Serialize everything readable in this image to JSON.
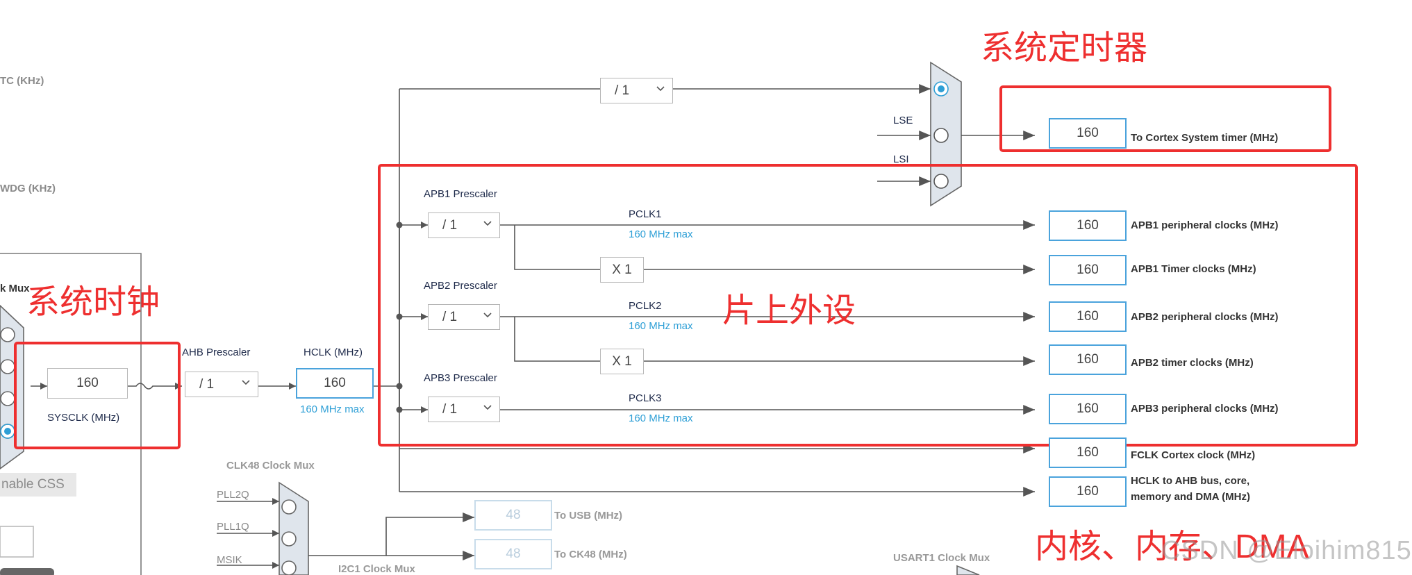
{
  "annotations": {
    "system_timer": "系统定时器",
    "system_clock": "系统时钟",
    "onchip_peripherals": "片上外设",
    "core_memory_dma": "内核、内存、DMA"
  },
  "labels": {
    "rtc_khz": "TC (KHz)",
    "iwdg_khz": "WDG (KHz)",
    "clock_mux_partial": "k Mux",
    "enable_css_partial": "nable CSS",
    "sysclk_mhz": "SYSCLK (MHz)",
    "ahb_prescaler": "AHB Prescaler",
    "hclk_mhz": "HCLK (MHz)",
    "hclk_max": "160 MHz max",
    "apb1_prescaler": "APB1 Prescaler",
    "apb2_prescaler": "APB2 Prescaler",
    "apb3_prescaler": "APB3 Prescaler",
    "pclk1": "PCLK1",
    "pclk1_max": "160 MHz max",
    "pclk2": "PCLK2",
    "pclk2_max": "160 MHz max",
    "pclk3": "PCLK3",
    "pclk3_max": "160 MHz max",
    "lse": "LSE",
    "lsi": "LSI",
    "clk48_mux": "CLK48 Clock Mux",
    "pll2q": "PLL2Q",
    "pll1q": "PLL1Q",
    "msik": "MSIK",
    "i2c1_mux": "I2C1 Clock Mux",
    "usart1_mux": "USART1 Clock Mux",
    "to_usb": "To USB (MHz)",
    "to_ck48": "To CK48 (MHz)"
  },
  "sysclk": {
    "value": "160"
  },
  "hclk": {
    "value": "160"
  },
  "ahb_prescaler": {
    "value": "/ 1"
  },
  "systick_prescaler": {
    "value": "/ 1"
  },
  "apb1_prescaler": {
    "value": "/ 1"
  },
  "apb2_prescaler": {
    "value": "/ 1"
  },
  "apb3_prescaler": {
    "value": "/ 1"
  },
  "apb1_timer_mult": {
    "value": "X 1"
  },
  "apb2_timer_mult": {
    "value": "X 1"
  },
  "outputs": [
    {
      "value": "160",
      "label": "To Cortex System timer (MHz)"
    },
    {
      "value": "160",
      "label": "APB1 peripheral clocks (MHz)"
    },
    {
      "value": "160",
      "label": "APB1 Timer clocks (MHz)"
    },
    {
      "value": "160",
      "label": "APB2 peripheral clocks (MHz)"
    },
    {
      "value": "160",
      "label": "APB2 timer clocks (MHz)"
    },
    {
      "value": "160",
      "label": "APB3 peripheral clocks (MHz)"
    },
    {
      "value": "160",
      "label": "FCLK Cortex clock (MHz)"
    },
    {
      "value": "160",
      "label_line1": "HCLK to AHB bus, core,",
      "label_line2": "memory and DMA (MHz)"
    }
  ],
  "usb_clock": {
    "value": "48"
  },
  "ck48_clock": {
    "value": "48"
  },
  "watermark": "CSDN @Eloihim815",
  "colors": {
    "accent": "#4aa3dc",
    "annotation": "#ee2f2f",
    "wire": "#555555"
  }
}
